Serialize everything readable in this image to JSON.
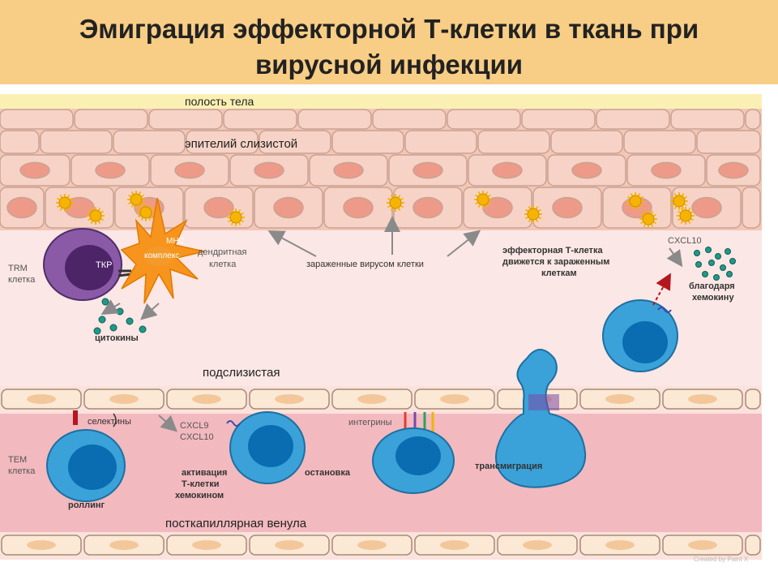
{
  "title": {
    "line1": "Эмиграция эффекторной Т-клетки в ткань при",
    "line2": "вирусной инфекции"
  },
  "labels": {
    "body_cavity": "полость тела",
    "mucosal_epithelium": "эпителий слизистой",
    "trm": [
      "TRM",
      "клетка"
    ],
    "tcr": "ТКР",
    "mhc": [
      "МНС",
      "комплекс"
    ],
    "dendritic": [
      "дендритная",
      "клетка"
    ],
    "infected": "зараженные вирусом клетки",
    "effector": [
      "эффекторная Т-клетка",
      "движется к зараженным",
      "клеткам"
    ],
    "cxcl10_top": "CXCL10",
    "chemokine": [
      "благодаря",
      "хемокину"
    ],
    "cytokines": "цитокины",
    "submucosa": "подслизистая",
    "selectins": "селектины",
    "tem": [
      "ТЕМ",
      "клетка"
    ],
    "rolling": "роллинг",
    "cxcl9_10": [
      "CXCL9",
      "CXCL10"
    ],
    "activation": [
      "активация",
      "Т-клетки",
      "хемокином"
    ],
    "integrins": "интегрины",
    "arrest": "остановка",
    "transmigration": "трансмиграция",
    "venule": "посткапиллярная венула",
    "watermark": "Created by Paint X"
  },
  "colors": {
    "title_bg": "#f8cd85",
    "epithelial_cell": "#f6d3c6",
    "epithelial_nucleus": "#ee9a88",
    "tissue": "#fbe7e5",
    "lumen": "#f2b9bf",
    "endothelial_cell": "#fbe9d6",
    "endothelial_nucleus": "#f4c79a",
    "t_cell": "#3aa2d8",
    "t_cell_nucleus": "#0a6db2",
    "trm_cell": "#8a5aa7",
    "dendritic": "#f7941d",
    "virus": "#f6b400",
    "chemokine_dot": "#1f9a8a"
  },
  "icons": [
    "virus-icon",
    "chemokine-dot-icon",
    "receptor-icon",
    "arrow-icon"
  ]
}
